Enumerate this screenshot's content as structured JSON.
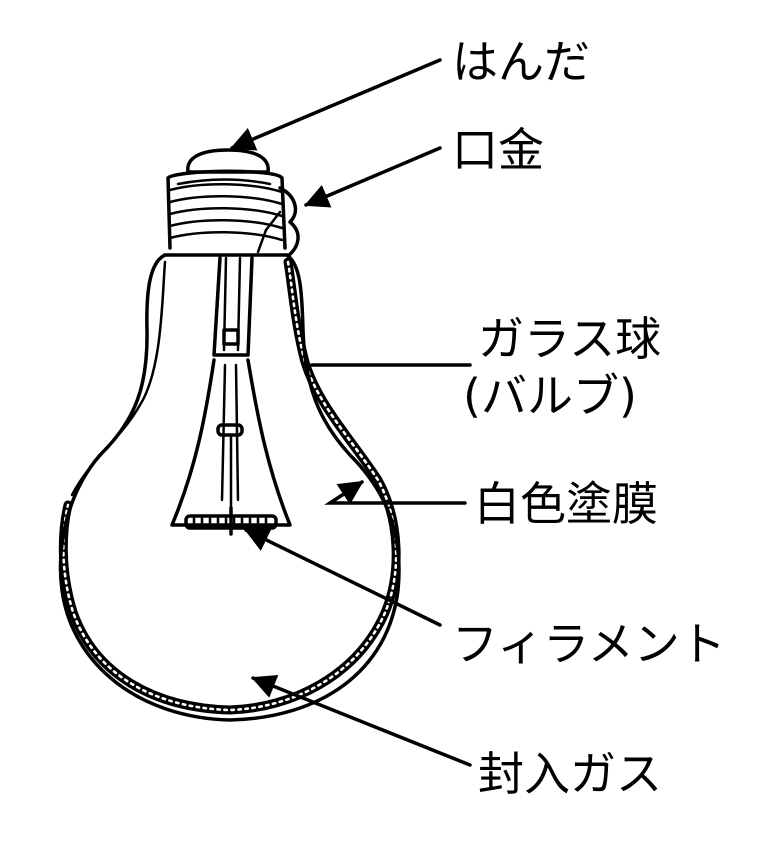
{
  "labels": {
    "solder": "はんだ",
    "base": "口金",
    "glass_bulb_line1": "ガラス球",
    "glass_bulb_line2": "(バルブ)",
    "white_coating": "白色塗膜",
    "filament": "フィラメント",
    "fill_gas": "封入ガス"
  },
  "colors": {
    "ink": "#000000",
    "paper": "#ffffff"
  }
}
